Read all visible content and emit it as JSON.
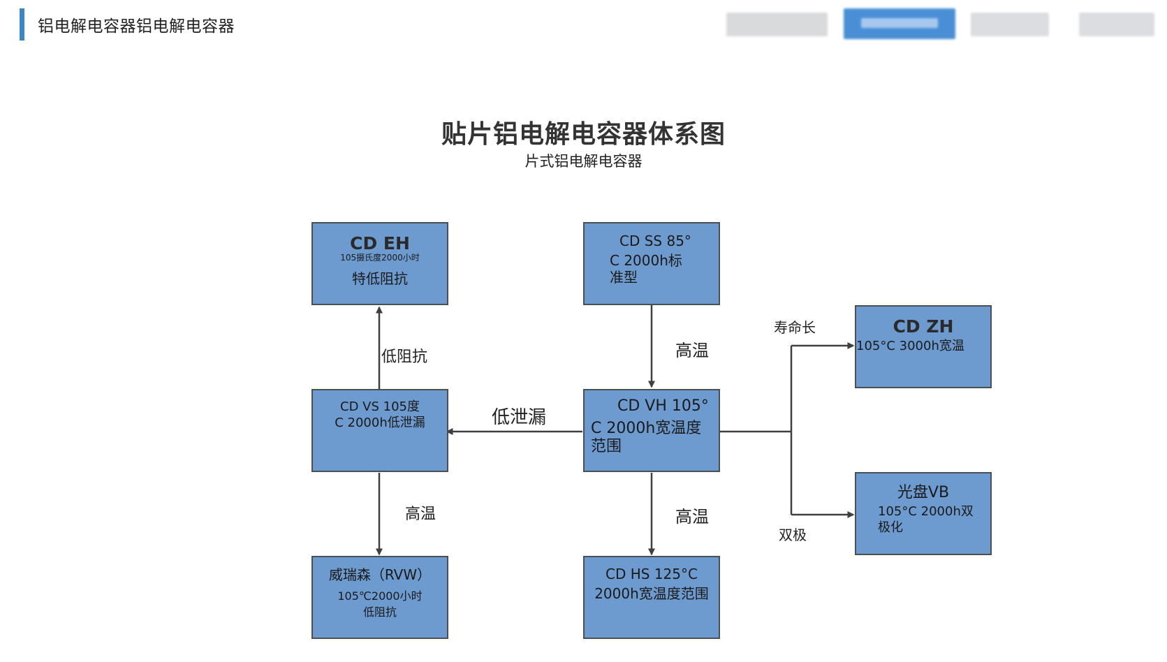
{
  "header": {
    "title": "铝电解电容器铝电解电容器",
    "accent_color": "#3d85c6"
  },
  "diagram": {
    "title": "贴片铝电解电容器体系图",
    "subtitle": "片式铝电解电容器",
    "node_color": "#6d9bcf",
    "nodes": {
      "cd_eh": {
        "name": "CD EH",
        "spec": "105摄氏度2000小时",
        "feature": "特低阻抗"
      },
      "cd_ss": {
        "line1": "CD SS 85°",
        "line2": "C 2000h标",
        "line3": "准型"
      },
      "cd_zh": {
        "name": "CD ZH",
        "spec": "105°C 3000h宽温"
      },
      "cd_vs": {
        "line1": "CD VS 105度",
        "line2": "C 2000h低泄漏"
      },
      "cd_vh": {
        "line1": "CD VH 105°",
        "line2": "C 2000h宽温度",
        "line3": "范围"
      },
      "vb": {
        "line1": "光盘VB",
        "line2": "105°C 2000h双",
        "line3": "极化"
      },
      "rvw": {
        "line1": "威瑞森（RVW）",
        "line2": "105℃2000小时",
        "line3": "低阻抗"
      },
      "cd_hs": {
        "line1": "CD HS 125°C",
        "line2": "2000h宽温度范围"
      }
    },
    "edges": {
      "low_impedance": "低阻抗",
      "high_temp_ss": "高温",
      "long_life": "寿命长",
      "low_leakage": "低泄漏",
      "high_temp_vs": "高温",
      "high_temp_vh": "高温",
      "bipolar": "双极"
    }
  }
}
